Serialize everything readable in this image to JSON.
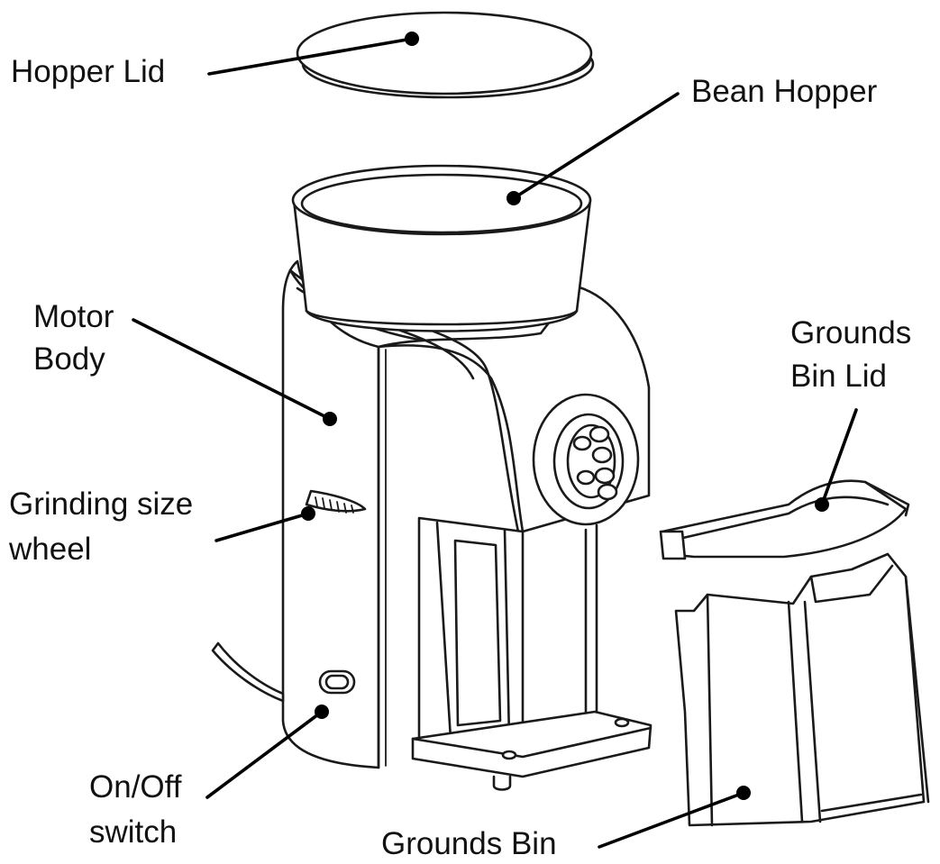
{
  "diagram": {
    "labels": {
      "hopper_lid": "Hopper Lid",
      "bean_hopper": "Bean Hopper",
      "motor_body_1": "Motor",
      "motor_body_2": "Body",
      "grounds_bin_lid_1": "Grounds",
      "grounds_bin_lid_2": "Bin Lid",
      "grinding_size_wheel_1": "Grinding size",
      "grinding_size_wheel_2": "wheel",
      "on_off_switch_1": "On/Off",
      "on_off_switch_2": "switch",
      "grounds_bin": "Grounds Bin"
    },
    "colors": {
      "line": "#1a1a1a",
      "leader": "#000000",
      "background": "#ffffff"
    }
  }
}
